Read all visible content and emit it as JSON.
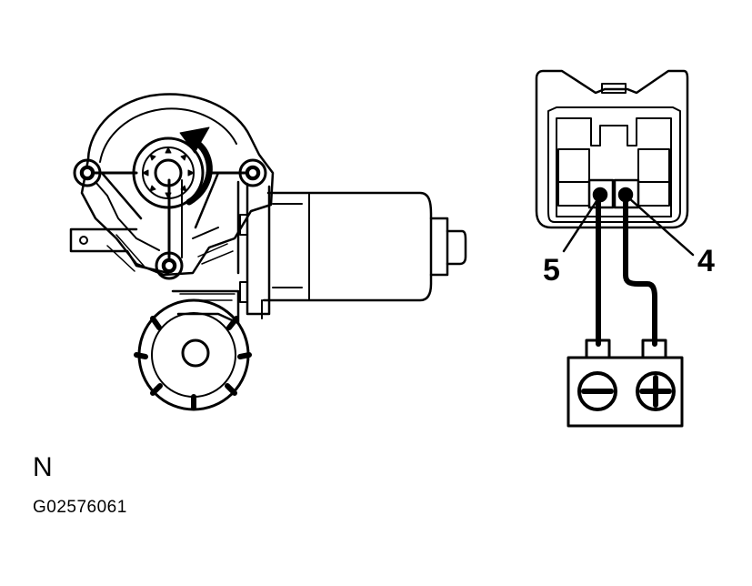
{
  "labels": {
    "pin_left": "5",
    "pin_right": "4",
    "view_letter": "N",
    "figure_code": "G02576061"
  },
  "battery": {
    "negative_symbol": "minus-symbol",
    "positive_symbol": "plus-symbol"
  },
  "colors": {
    "ink": "#000000",
    "background": "#ffffff"
  },
  "icons": [
    "rotation-arrow-icon"
  ]
}
